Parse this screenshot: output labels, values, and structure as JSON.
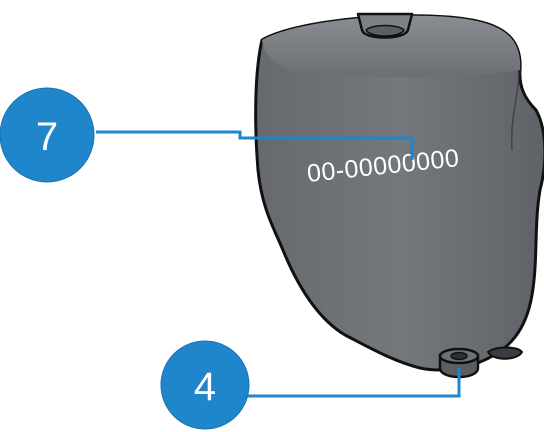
{
  "device": {
    "serial_number": "00-00000000"
  },
  "callouts": [
    {
      "label": "7"
    },
    {
      "label": "4"
    }
  ],
  "colors": {
    "body_fill": "#6e7277",
    "body_stroke": "#111111",
    "callout_fill": "#1f86cc",
    "leader_line": "#1f86cc",
    "serial_text": "#ffffff"
  }
}
